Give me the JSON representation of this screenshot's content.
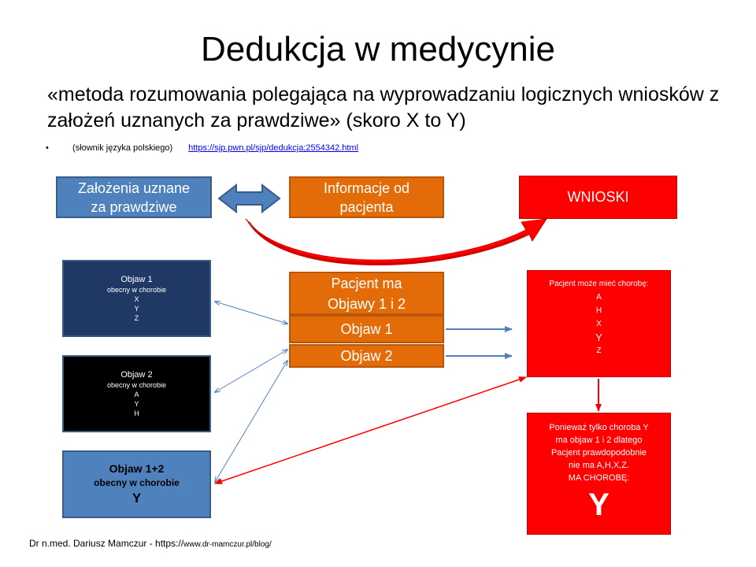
{
  "title": "Dedukcja w medycynie",
  "quote": "«metoda rozumowania polegająca na wyprowadzaniu logicznych wniosków z założeń uznanych za prawdziwe» (skoro X to Y)",
  "bullet": {
    "marker": "•",
    "source": "(słownik języka polskiego)",
    "link": "https://sjp.pwn.pl/sjp/dedukcja;2554342.html"
  },
  "top_row": {
    "zalozenia": [
      "Założenia uznane",
      "za prawdziwe"
    ],
    "informacje": [
      "Informacje od",
      "pacjenta"
    ],
    "wnioski": "WNIOSKI"
  },
  "objaw1": {
    "header": "Objaw 1",
    "desc": "obecny w chorobie",
    "diseases": [
      "X",
      "Y",
      "Z"
    ]
  },
  "objaw2": {
    "header": "Objaw 2",
    "desc": "obecny w chorobie",
    "diseases": [
      "A",
      "Y",
      "H"
    ]
  },
  "objaw12": {
    "header": "Objaw 1+2",
    "desc": "obecny w chorobie",
    "disease": "Y"
  },
  "middle": {
    "pacjent": [
      "Pacjent ma",
      "Objawy 1 i 2"
    ],
    "objaw1": "Objaw 1",
    "objaw2": "Objaw 2"
  },
  "moze": {
    "header": "Pacjent może mieć chorobę:",
    "diseases": [
      "A",
      "H",
      "X",
      "Y",
      "Z"
    ]
  },
  "poniewaz": {
    "lines": [
      "Ponieważ tylko choroba Y",
      "ma objaw 1 i 2 dlatego",
      "Pacjent prawdopodobnie",
      "nie ma A,H,X,Z.",
      "MA CHOROBĘ:"
    ],
    "result": "Y"
  },
  "footer": {
    "author": "Dr n.med. Dariusz Mamczur - https://",
    "url": "www.dr-mamczur.pl/blog/"
  },
  "colors": {
    "blue": "#4f81bd",
    "orange": "#e36c09",
    "red": "#ff0000",
    "navy": "#1f3864",
    "black": "#000000"
  }
}
